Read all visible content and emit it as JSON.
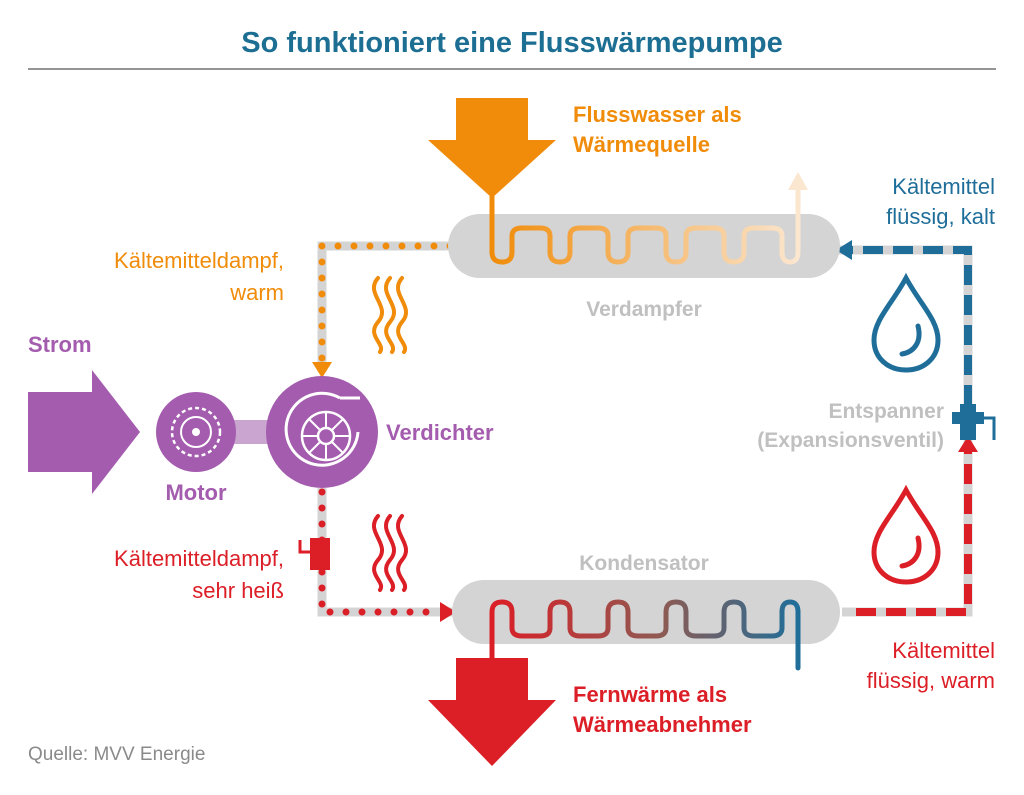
{
  "title": "So funktioniert eine Flusswärmepumpe",
  "source": "Quelle: MVV Energie",
  "labels": {
    "flusswasser_line1": "Flusswasser als",
    "flusswasser_line2": "Wärmequelle",
    "kaeltemittel_kalt_line1": "Kältemittel",
    "kaeltemittel_kalt_line2": "flüssig, kalt",
    "dampf_warm_line1": "Kältemitteldampf,",
    "dampf_warm_line2": "warm",
    "verdampfer": "Verdampfer",
    "strom": "Strom",
    "motor": "Motor",
    "verdichter": "Verdichter",
    "entspanner_line1": "Entspanner",
    "entspanner_line2": "(Expansionsventil)",
    "dampf_heiss_line1": "Kältemitteldampf,",
    "dampf_heiss_line2": "sehr heiß",
    "kondensator": "Kondensator",
    "kaeltemittel_warm_line1": "Kältemittel",
    "kaeltemittel_warm_line2": "flüssig, warm",
    "fernwaerme_line1": "Fernwärme als",
    "fernwaerme_line2": "Wärmeabnehmer"
  },
  "colors": {
    "title": "#1d6e93",
    "orange": "#f08c0a",
    "blue": "#1f6e9a",
    "red": "#dc1e26",
    "purple": "#a45cae",
    "grey_tank": "#d4d4d4",
    "grey_label": "#c0c0c0",
    "grey_text": "#8a8a8a"
  }
}
